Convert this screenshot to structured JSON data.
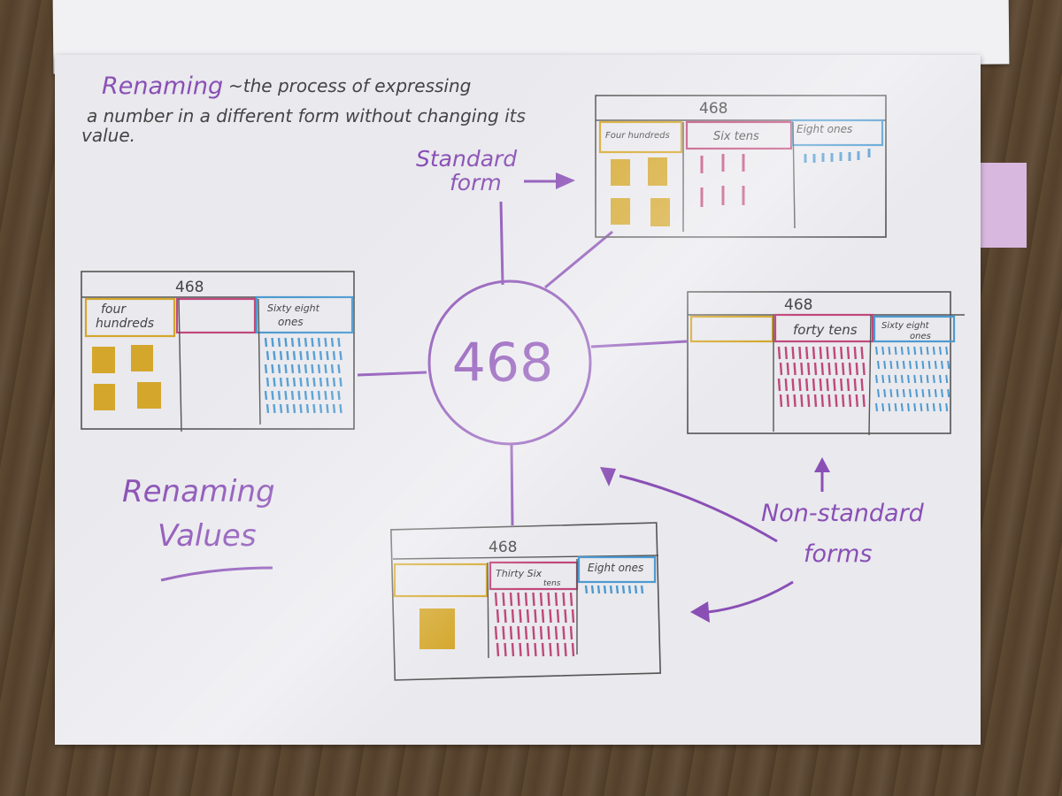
{
  "definition": {
    "term": "Renaming",
    "text_line1": "~the process of expressing",
    "text_line2": "a number in a different form without changing its",
    "text_line3": "value."
  },
  "center_number": "468",
  "title": {
    "line1": "Renaming",
    "line2": "Values"
  },
  "labels": {
    "standard_line1": "Standard",
    "standard_line2": "form",
    "nonstandard_line1": "Non-standard",
    "nonstandard_line2": "forms"
  },
  "tables": {
    "standard": {
      "number": "468",
      "hundreds": "Four hundreds",
      "tens": "Six tens",
      "ones": "Eight ones"
    },
    "left": {
      "number": "468",
      "hundreds_line1": "four",
      "hundreds_line2": "hundreds",
      "tens": "",
      "ones_line1": "Sixty eight",
      "ones_line2": "ones"
    },
    "right": {
      "number": "468",
      "hundreds": "",
      "tens": "forty tens",
      "ones_line1": "Sixty eight",
      "ones_line2": "ones"
    },
    "bottom": {
      "number": "468",
      "hundreds": "",
      "tens_line1": "Thirty Six",
      "tens_line2": "tens",
      "ones": "Eight ones"
    }
  },
  "colors": {
    "purple": "#8a4fb5",
    "hundreds": "#d4a72c",
    "tens": "#c0487a",
    "ones": "#4d9ad0",
    "pencil": "#555555"
  }
}
